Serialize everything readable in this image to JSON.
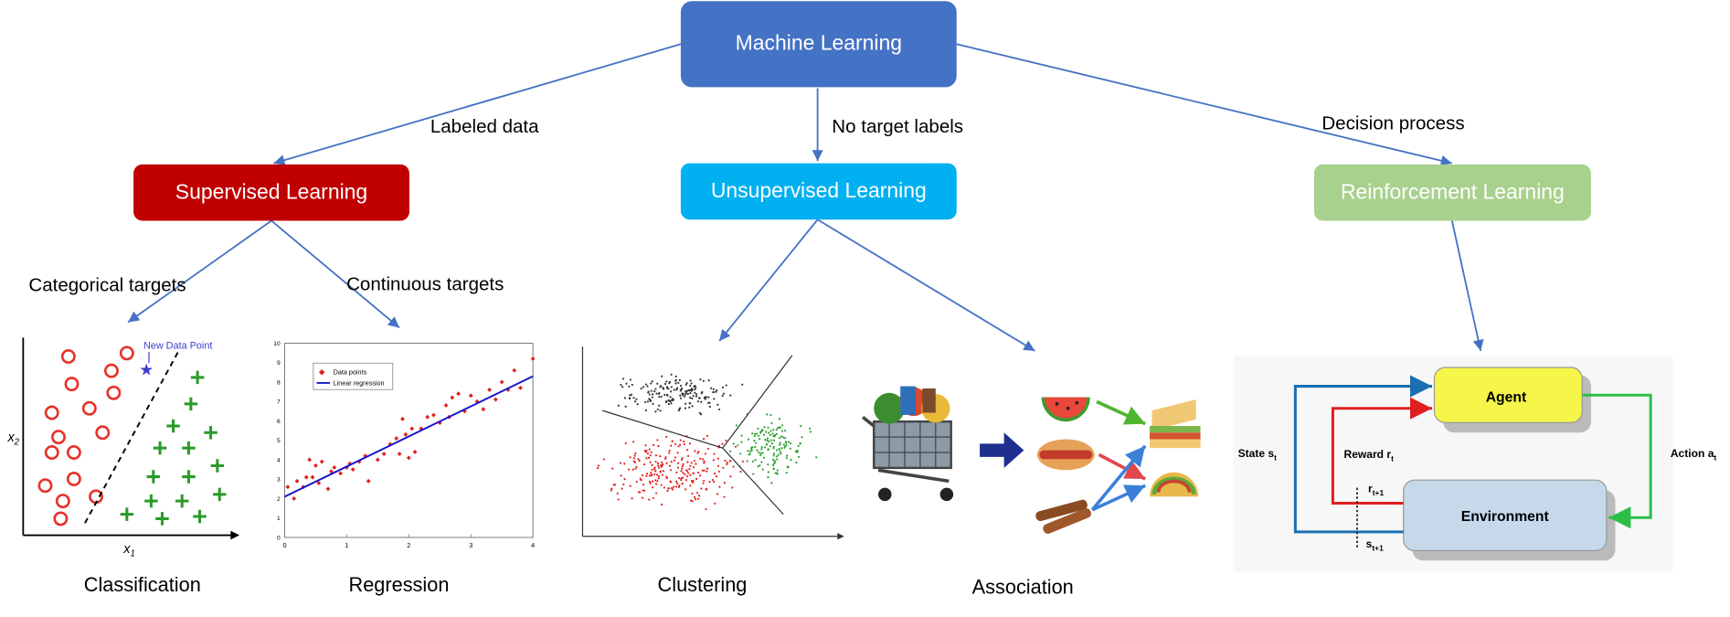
{
  "root": {
    "label": "Machine Learning",
    "color": "#4472C4"
  },
  "branches": [
    {
      "label": "Supervised Learning",
      "edge_label": "Labeled data",
      "color": "#C00000"
    },
    {
      "label": "Unsupervised Learning",
      "edge_label": "No target labels",
      "color": "#00B0F0"
    },
    {
      "label": "Reinforcement Learning",
      "edge_label": "Decision process",
      "color": "#A9D18E"
    }
  ],
  "supervised_targets": {
    "categorical": "Categorical targets",
    "continuous": "Continuous targets"
  },
  "captions": {
    "classification": "Classification",
    "regression": "Regression",
    "clustering": "Clustering",
    "association": "Association"
  },
  "classification_plot": {
    "new_point_label": "New Data Point",
    "x_label": "x",
    "x_sub": "1",
    "y_label": "x",
    "y_sub": "2"
  },
  "regression_plot": {
    "legend_points": "Data points",
    "legend_line": "Linear regression",
    "x_ticks": [
      "0",
      "1",
      "2",
      "3",
      "4"
    ],
    "y_ticks": [
      "0",
      "1",
      "2",
      "3",
      "4",
      "5",
      "6",
      "7",
      "8",
      "9",
      "10"
    ],
    "xlim": [
      0,
      4
    ],
    "ylim": [
      0,
      10
    ],
    "line": {
      "x": [
        0,
        4
      ],
      "y": [
        2.1,
        8.3
      ]
    },
    "points_x": [
      0.05,
      0.15,
      0.2,
      0.3,
      0.35,
      0.4,
      0.45,
      0.5,
      0.55,
      0.6,
      0.7,
      0.75,
      0.8,
      0.9,
      1.0,
      1.05,
      1.1,
      1.2,
      1.3,
      1.35,
      1.5,
      1.6,
      1.7,
      1.8,
      1.85,
      1.9,
      1.95,
      2.0,
      2.05,
      2.1,
      2.2,
      2.3,
      2.4,
      2.5,
      2.6,
      2.65,
      2.7,
      2.8,
      2.9,
      3.0,
      3.1,
      3.2,
      3.3,
      3.4,
      3.5,
      3.6,
      3.7,
      3.8,
      4.0
    ],
    "points_y": [
      2.6,
      2.0,
      2.9,
      2.6,
      3.1,
      4.0,
      3.1,
      3.7,
      2.8,
      3.9,
      2.5,
      3.4,
      3.6,
      3.3,
      3.6,
      3.8,
      3.5,
      3.9,
      4.2,
      2.9,
      4.0,
      4.3,
      4.8,
      5.1,
      4.3,
      6.1,
      5.3,
      4.1,
      5.6,
      4.4,
      5.6,
      6.2,
      6.3,
      5.9,
      6.8,
      6.2,
      7.2,
      7.4,
      6.5,
      7.3,
      7.0,
      6.6,
      7.6,
      7.1,
      8.0,
      7.6,
      8.6,
      7.7,
      9.2
    ],
    "point_color": "#E0201B",
    "line_color": "#1414CC"
  },
  "rl_loop": {
    "agent": "Agent",
    "environment": "Environment",
    "state": "State s",
    "state_sub": "t",
    "reward": "Reward r",
    "reward_sub": "t",
    "action": "Action a",
    "action_sub": "t",
    "r_next": "r",
    "r_next_sub": "t+1",
    "s_next": "s",
    "s_next_sub": "t+1"
  }
}
